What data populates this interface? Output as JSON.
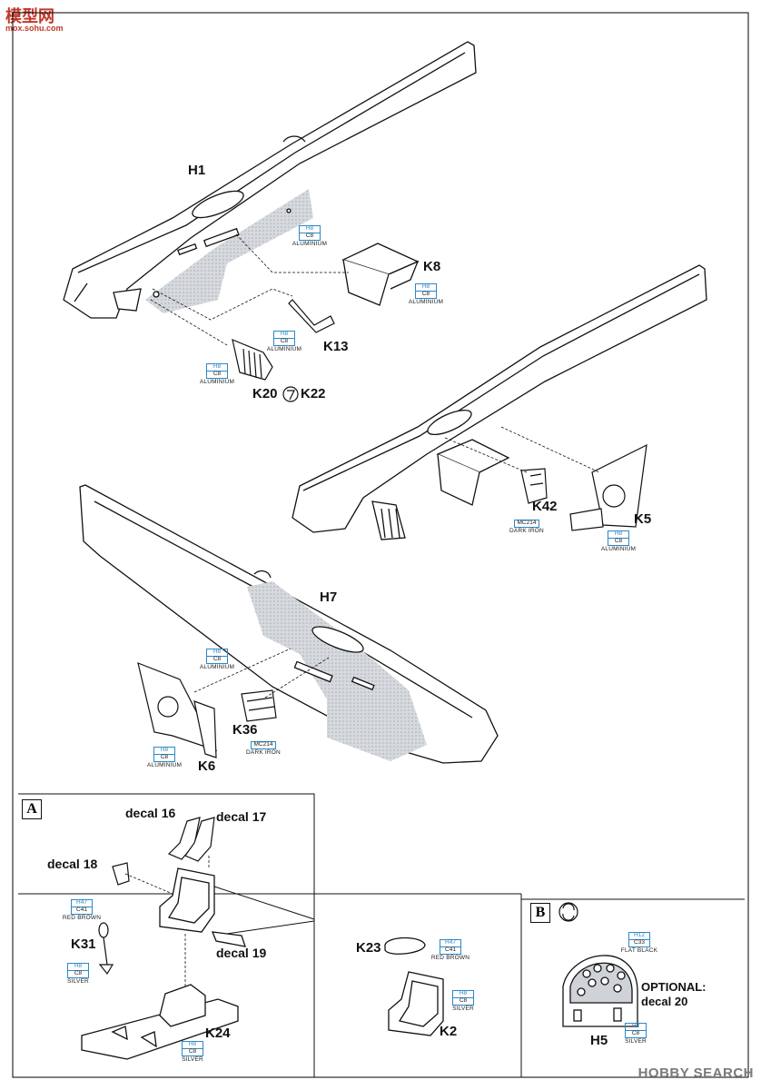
{
  "watermark": {
    "site_title": "模型网",
    "site_url": "mox.sohu.com",
    "footer": "HOBBY SEARCH"
  },
  "parts": {
    "h1": "H1",
    "h7": "H7",
    "h5": "H5",
    "k8": "K8",
    "k13": "K13",
    "k20_k22": "K20",
    "k22": "K22",
    "k42": "K42",
    "k5": "K5",
    "k36": "K36",
    "k6": "K6",
    "k31": "K31",
    "k24": "K24",
    "k23": "K23",
    "k2": "K2"
  },
  "decals": {
    "d16": "decal 16",
    "d17": "decal 17",
    "d18": "decal 18",
    "d19": "decal 19",
    "optional": "OPTIONAL:",
    "d20": "decal 20"
  },
  "steps": {
    "a": "A",
    "b": "B"
  },
  "paints": {
    "alu": {
      "h": "H8",
      "c": "C8",
      "name": "ALUMINIUM"
    },
    "iron": {
      "c": "MC214",
      "name": "DARK IRON"
    },
    "red_brown": {
      "h": "H47",
      "c": "C41",
      "name": "RED BROWN"
    },
    "silver": {
      "h": "H8",
      "c": "C8",
      "name": "SILVER"
    },
    "flat_black": {
      "h": "H12",
      "c": "C33",
      "name": "FLAT BLACK"
    }
  },
  "colors": {
    "paint_accent": "#2e88c6",
    "hatch": "#c9cdd2",
    "logo": "#c0392b"
  }
}
